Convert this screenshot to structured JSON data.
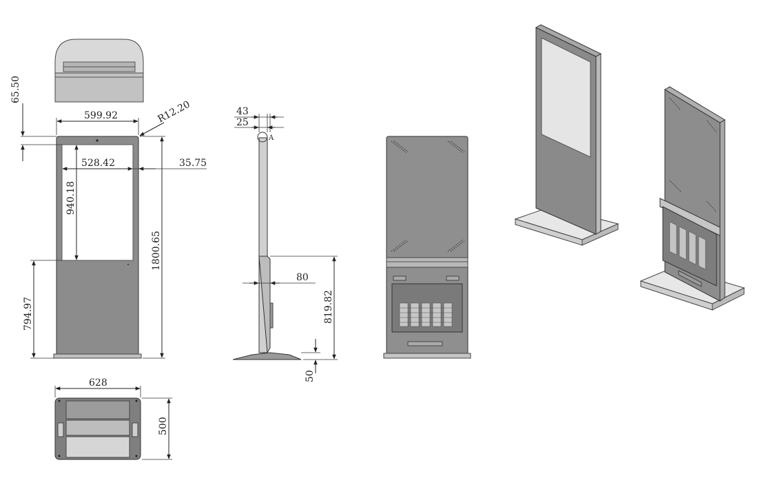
{
  "labels": {
    "depth_top": "65.50",
    "width_top": "599.92",
    "radius": "R12.20",
    "screen_width": "528.42",
    "side_margin": "35.75",
    "screen_height": "940.18",
    "total_height": "1800.65",
    "lower_height": "794.97",
    "base_width": "628",
    "base_depth": "500",
    "side_43": "43",
    "side_25": "25",
    "detail_a": "A",
    "side_80": "80",
    "side_lower": "819.82",
    "base_height": "50"
  }
}
